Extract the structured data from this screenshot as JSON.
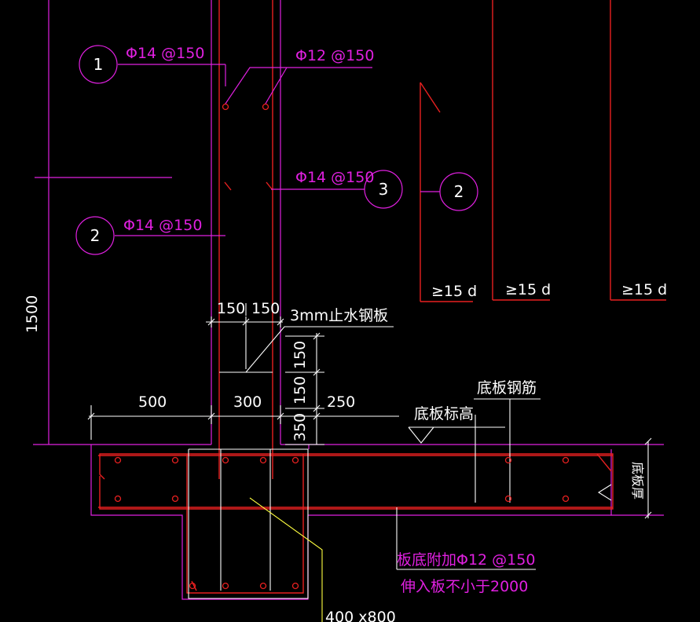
{
  "callouts": [
    {
      "id": "1",
      "rebar": "Φ14 @150"
    },
    {
      "id": "2",
      "rebar": "Φ14 @150"
    },
    {
      "id": "3",
      "rebar": "Φ14 @150"
    },
    {
      "id": "2",
      "rebar": ""
    }
  ],
  "rebar_labels": {
    "outer_mid": "Φ12 @150",
    "bottom_extra": "板底附加Φ12 @150",
    "bottom_extra_note": "伸入板不小于2000"
  },
  "anchorage_labels": [
    "≥15 d",
    "≥15 d",
    "≥15 d"
  ],
  "dimensions": {
    "wall_height": "1500",
    "wall_left": "150",
    "wall_right": "150",
    "span_left": "500",
    "wall_thickness": "300",
    "span_right": "250",
    "v_upper": "150",
    "v_middle": "150",
    "v_lower": "350"
  },
  "notes": {
    "waterstop": "3mm止水钢板",
    "slab_level": "底板标高",
    "slab_rebar": "底板钢筋",
    "slab_thickness": "底板厚",
    "beam_size": "400 x800"
  },
  "colors": {
    "background": "#000000",
    "magenta": "#e020e0",
    "red": "#e82020",
    "white": "#ffffff",
    "yellow": "#ffff40"
  }
}
